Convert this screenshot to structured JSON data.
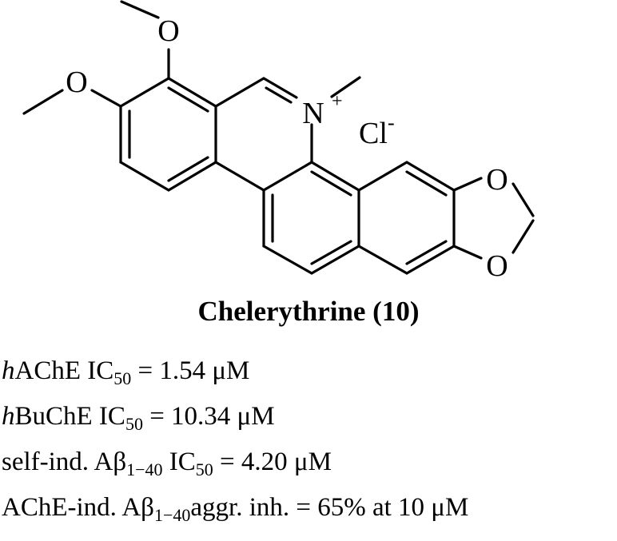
{
  "atoms": {
    "o_methoxy_top": "O",
    "o_methoxy_left": "O",
    "n_label": "N",
    "n_charge": "+",
    "chloride": "Cl",
    "chloride_charge": "-",
    "o_dioxole_top": "O",
    "o_dioxole_bottom": "O"
  },
  "compound_name": "Chelerythrine (10)",
  "stats": [
    {
      "prefix": "h",
      "label": "AChE IC",
      "sub": "50",
      "rest": " = 1.54 μM"
    },
    {
      "prefix": "h",
      "label": "BuChE IC",
      "sub": "50",
      "rest": " = 10.34 μM"
    },
    {
      "prefix": "",
      "label": "self-ind. Aβ",
      "sub": "1−40",
      "rest": " IC",
      "sub2": "50",
      "rest2": " = 4.20 μM"
    },
    {
      "prefix": "",
      "label": "AChE-ind. Aβ",
      "sub": "1−40",
      "rest": "aggr. inh. = 65% at 10 μM"
    }
  ]
}
